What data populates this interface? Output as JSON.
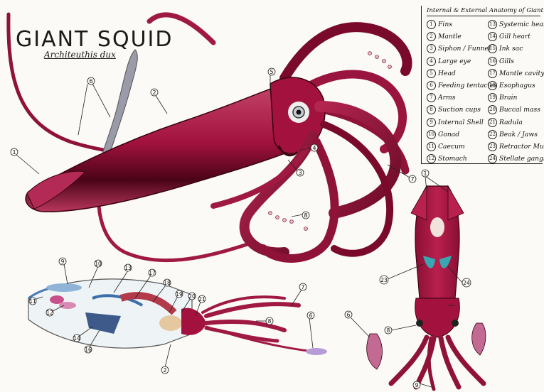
{
  "title": "GIANT SQUID",
  "subtitle": "Architeuthis dux",
  "legend": {
    "title": "Internal & External Anatomy of Giant Squid",
    "items": [
      {
        "n": "1",
        "label": "Fins"
      },
      {
        "n": "2",
        "label": "Mantle"
      },
      {
        "n": "3",
        "label": "Siphon / Funnel"
      },
      {
        "n": "4",
        "label": "Large eye"
      },
      {
        "n": "5",
        "label": "Head"
      },
      {
        "n": "6",
        "label": "Feeding tentacles"
      },
      {
        "n": "7",
        "label": "Arms"
      },
      {
        "n": "8",
        "label": "Suction cups"
      },
      {
        "n": "9",
        "label": "Internal Shell"
      },
      {
        "n": "10",
        "label": "Gonad"
      },
      {
        "n": "11",
        "label": "Caecum"
      },
      {
        "n": "12",
        "label": "Stomach"
      },
      {
        "n": "13",
        "label": "Systemic heart"
      },
      {
        "n": "14",
        "label": "Gill heart"
      },
      {
        "n": "15",
        "label": "Ink sac"
      },
      {
        "n": "16",
        "label": "Gills"
      },
      {
        "n": "17",
        "label": "Mantle cavity"
      },
      {
        "n": "18",
        "label": "Esophagus"
      },
      {
        "n": "19",
        "label": "Brain"
      },
      {
        "n": "20",
        "label": "Buccal mass"
      },
      {
        "n": "21",
        "label": "Radula"
      },
      {
        "n": "22",
        "label": "Beak / Jaws"
      },
      {
        "n": "23",
        "label": "Retractor Muscle"
      },
      {
        "n": "24",
        "label": "Stellate ganglion"
      }
    ]
  },
  "callouts": {
    "c1a": "1",
    "c2": "2",
    "c3": "3",
    "c4": "4",
    "c5": "5",
    "c6a": "6",
    "c7a": "7",
    "c8a": "8",
    "d9": "9",
    "d10": "10",
    "d11": "11",
    "d12": "12",
    "d13": "13",
    "d14": "14",
    "d16": "16",
    "d17": "17",
    "d18": "18",
    "d19": "19",
    "d20": "20",
    "d21": "21",
    "d2": "2",
    "d6": "6",
    "d7": "7",
    "d8": "8",
    "v1": "1",
    "v6": "6",
    "v8": "8",
    "v9": "9",
    "v23": "23",
    "v24": "24"
  },
  "colors": {
    "body": "#a3123f",
    "body_dark": "#5e0620",
    "body_light": "#d4728f",
    "ink": "#1a1a1a",
    "paper": "#fbfaf7"
  }
}
